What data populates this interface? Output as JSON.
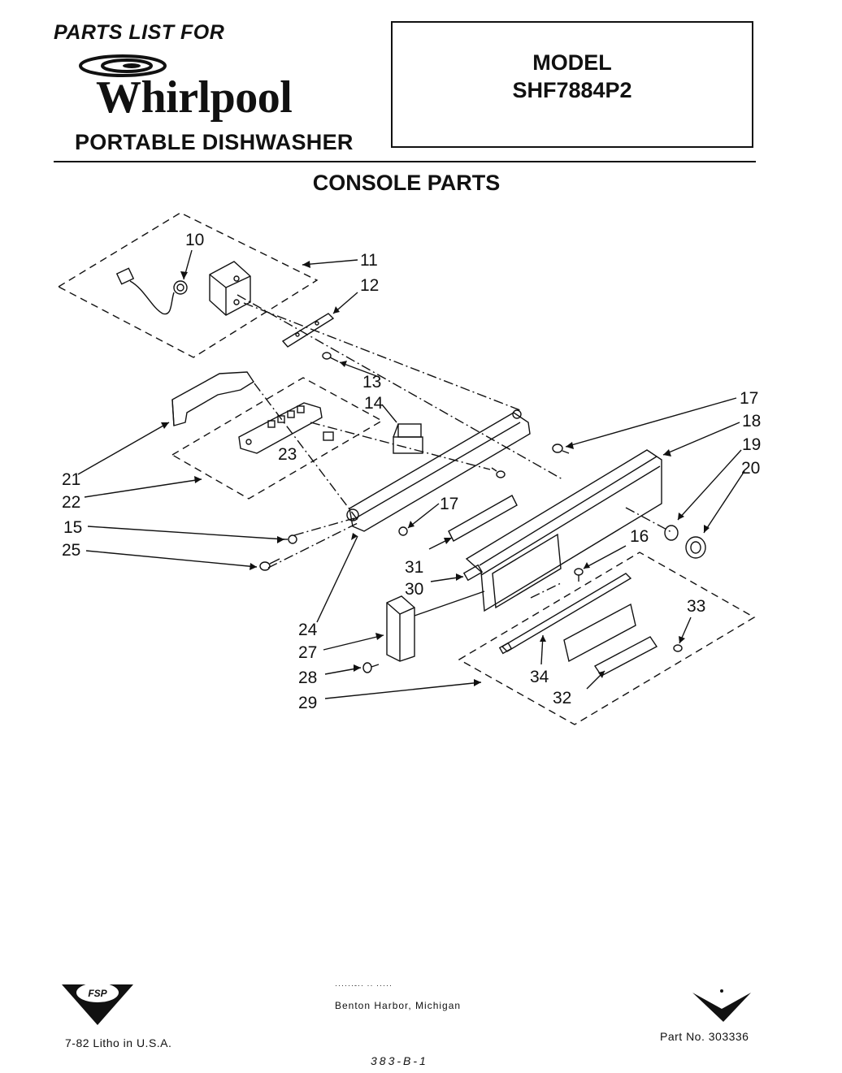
{
  "header": {
    "parts_list": "PARTS LIST FOR",
    "brand": "Whirlpool",
    "product": "PORTABLE DISHWASHER",
    "model_label": "MODEL",
    "model_number": "SHF7884P2"
  },
  "section_title": "CONSOLE PARTS",
  "callouts": {
    "c10": "10",
    "c11": "11",
    "c12": "12",
    "c13": "13",
    "c14": "14",
    "c15": "15",
    "c16": "16",
    "c17a": "17",
    "c17b": "17",
    "c18": "18",
    "c19": "19",
    "c20": "20",
    "c21": "21",
    "c22": "22",
    "c23": "23",
    "c24": "24",
    "c25": "25",
    "c27": "27",
    "c28": "28",
    "c29": "29",
    "c30": "30",
    "c31": "31",
    "c32": "32",
    "c33": "33",
    "c34": "34"
  },
  "footer": {
    "fsp_logo_text": "FSP",
    "corporation": "······-·· ·· ·····",
    "city": "Benton Harbor, Michigan",
    "date_litho": "7-82  Litho in U.S.A.",
    "part_number": "Part No. 303336",
    "handwritten_code": "383-B-1"
  }
}
